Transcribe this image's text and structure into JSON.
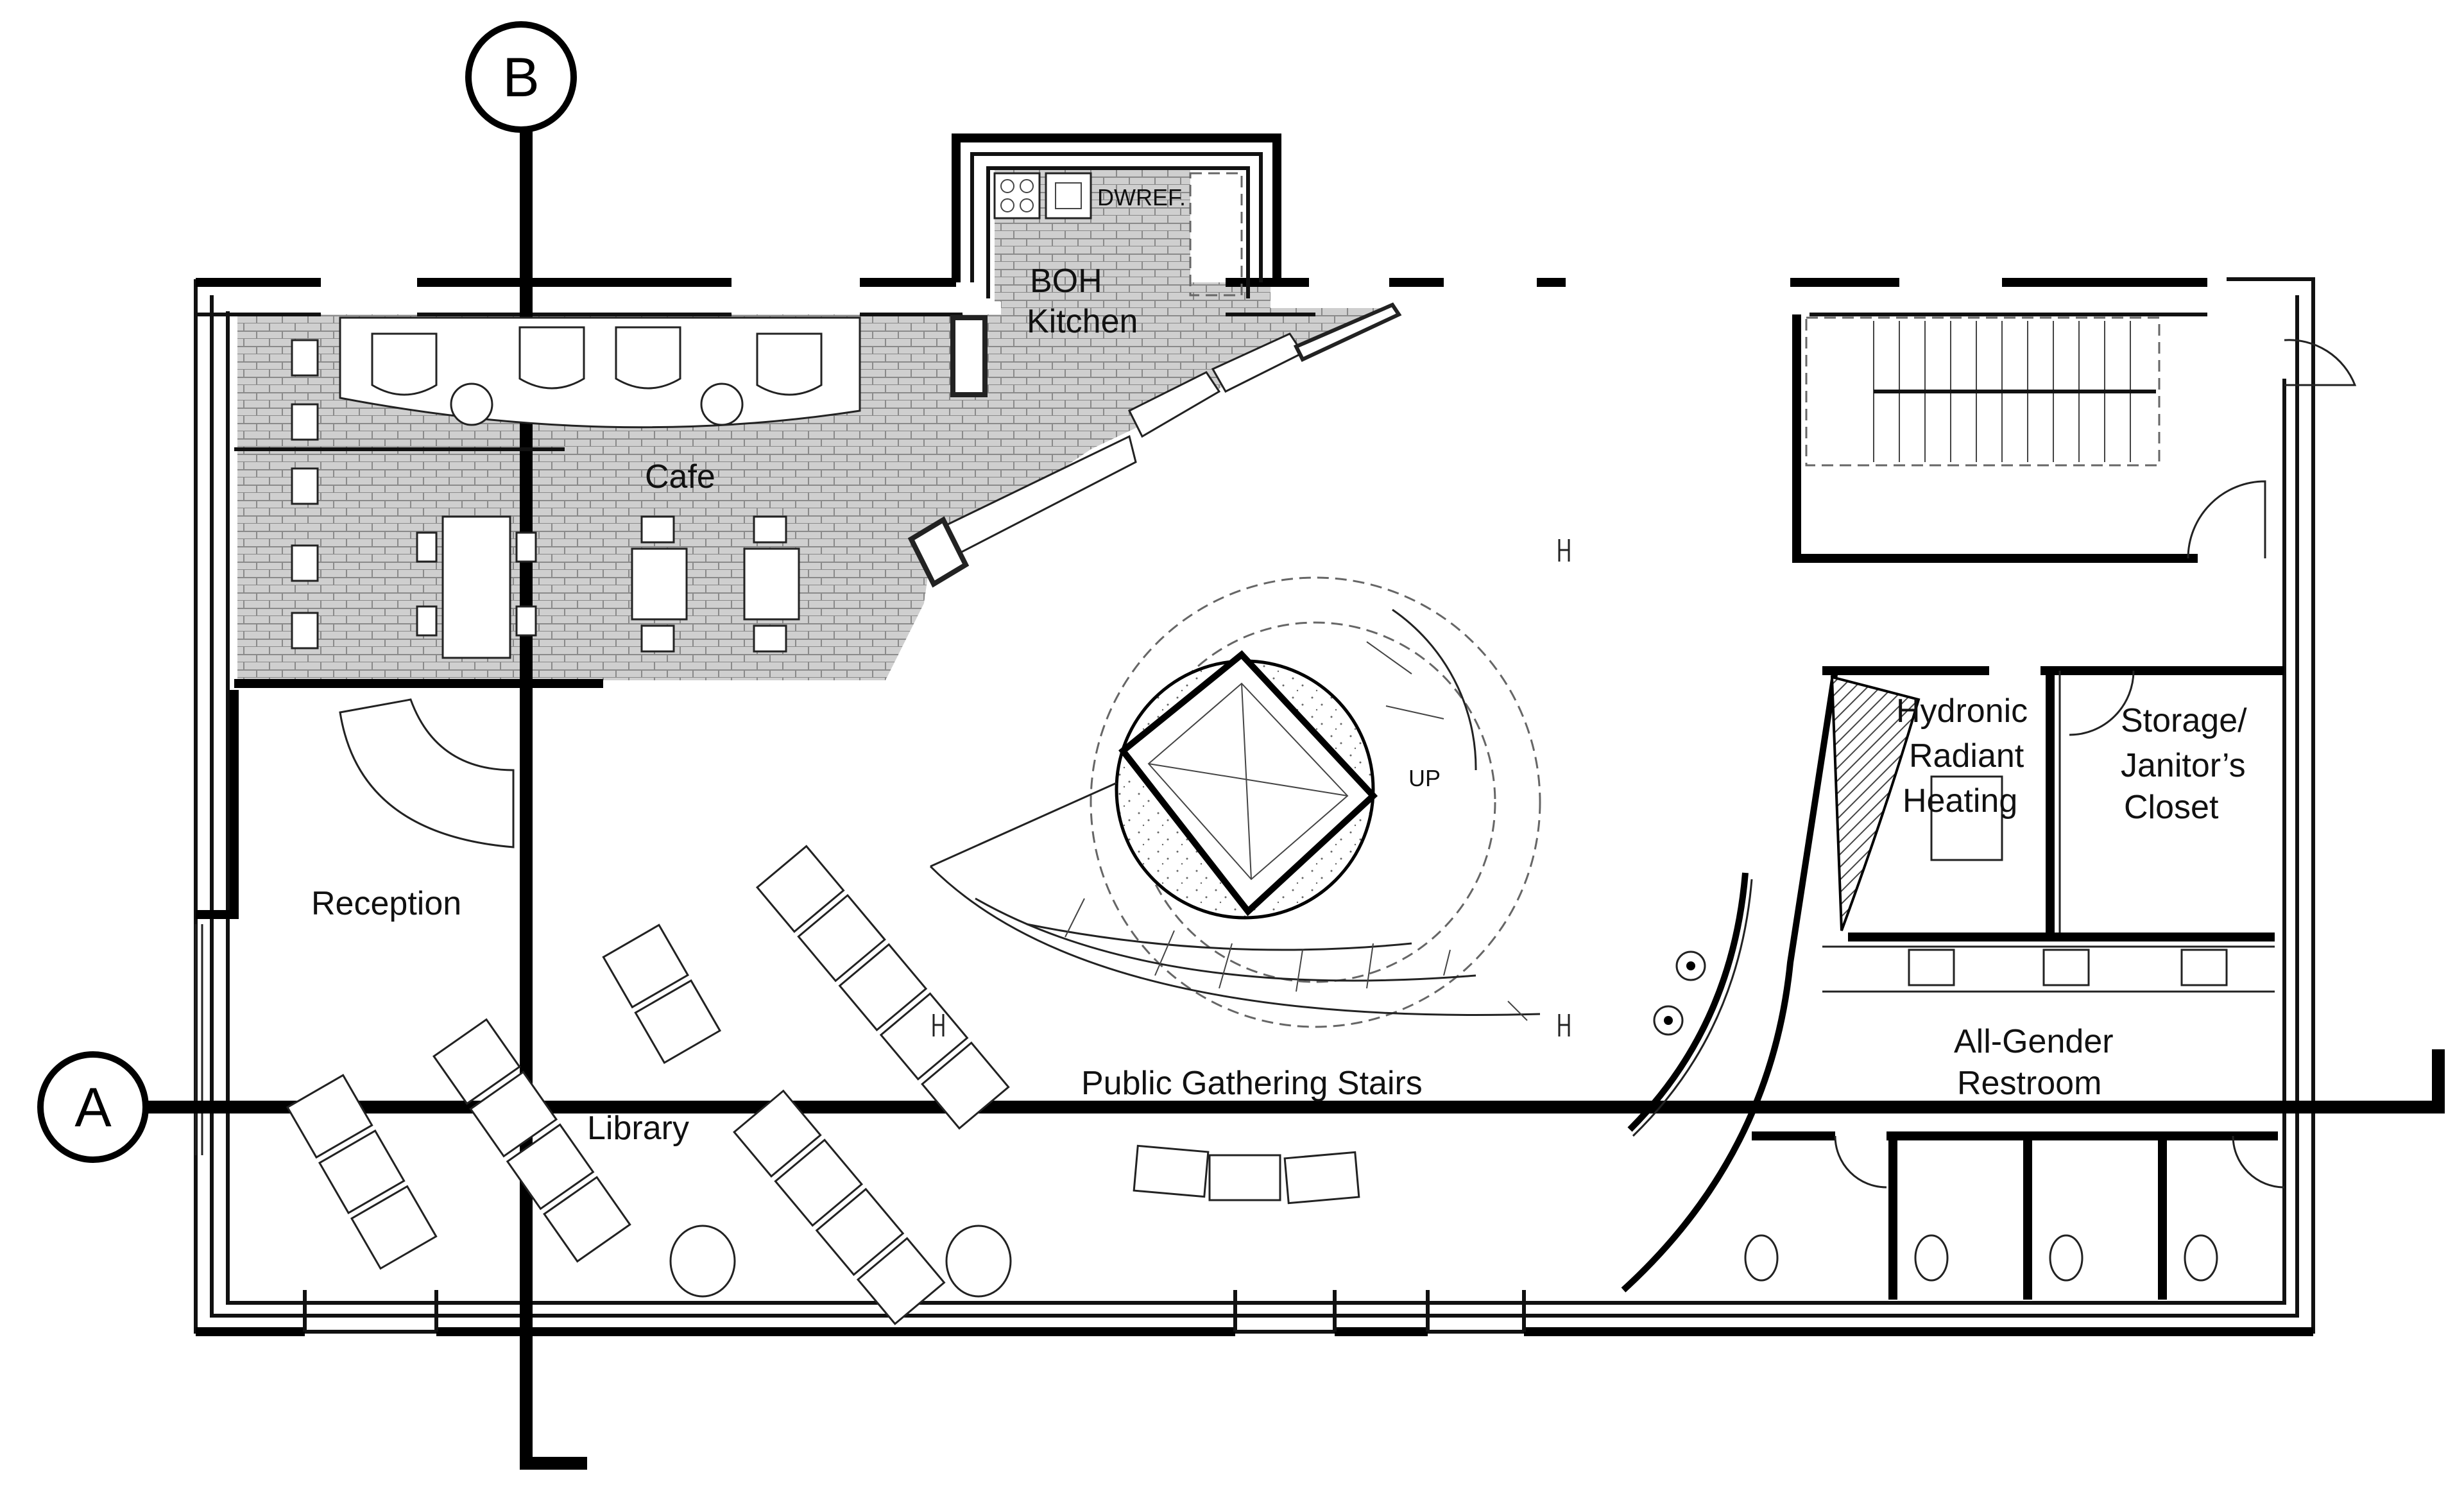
{
  "rooms": {
    "boh_kitchen_line1": "BOH",
    "boh_kitchen_line2": "Kitchen",
    "appliances": "DWREF.",
    "cafe": "Cafe",
    "reception": "Reception",
    "library": "Library",
    "public_stairs": "Public Gathering Stairs",
    "stair_up": "UP",
    "hydronic_line1": "Hydronic",
    "hydronic_line2": "Radiant",
    "hydronic_line3": "Heating",
    "storage_line1": "Storage/",
    "storage_line2": "Janitor’s",
    "storage_line3": "Closet",
    "restroom_line1": "All-Gender",
    "restroom_line2": "Restroom"
  },
  "section_markers": {
    "a": "A",
    "b": "B"
  }
}
